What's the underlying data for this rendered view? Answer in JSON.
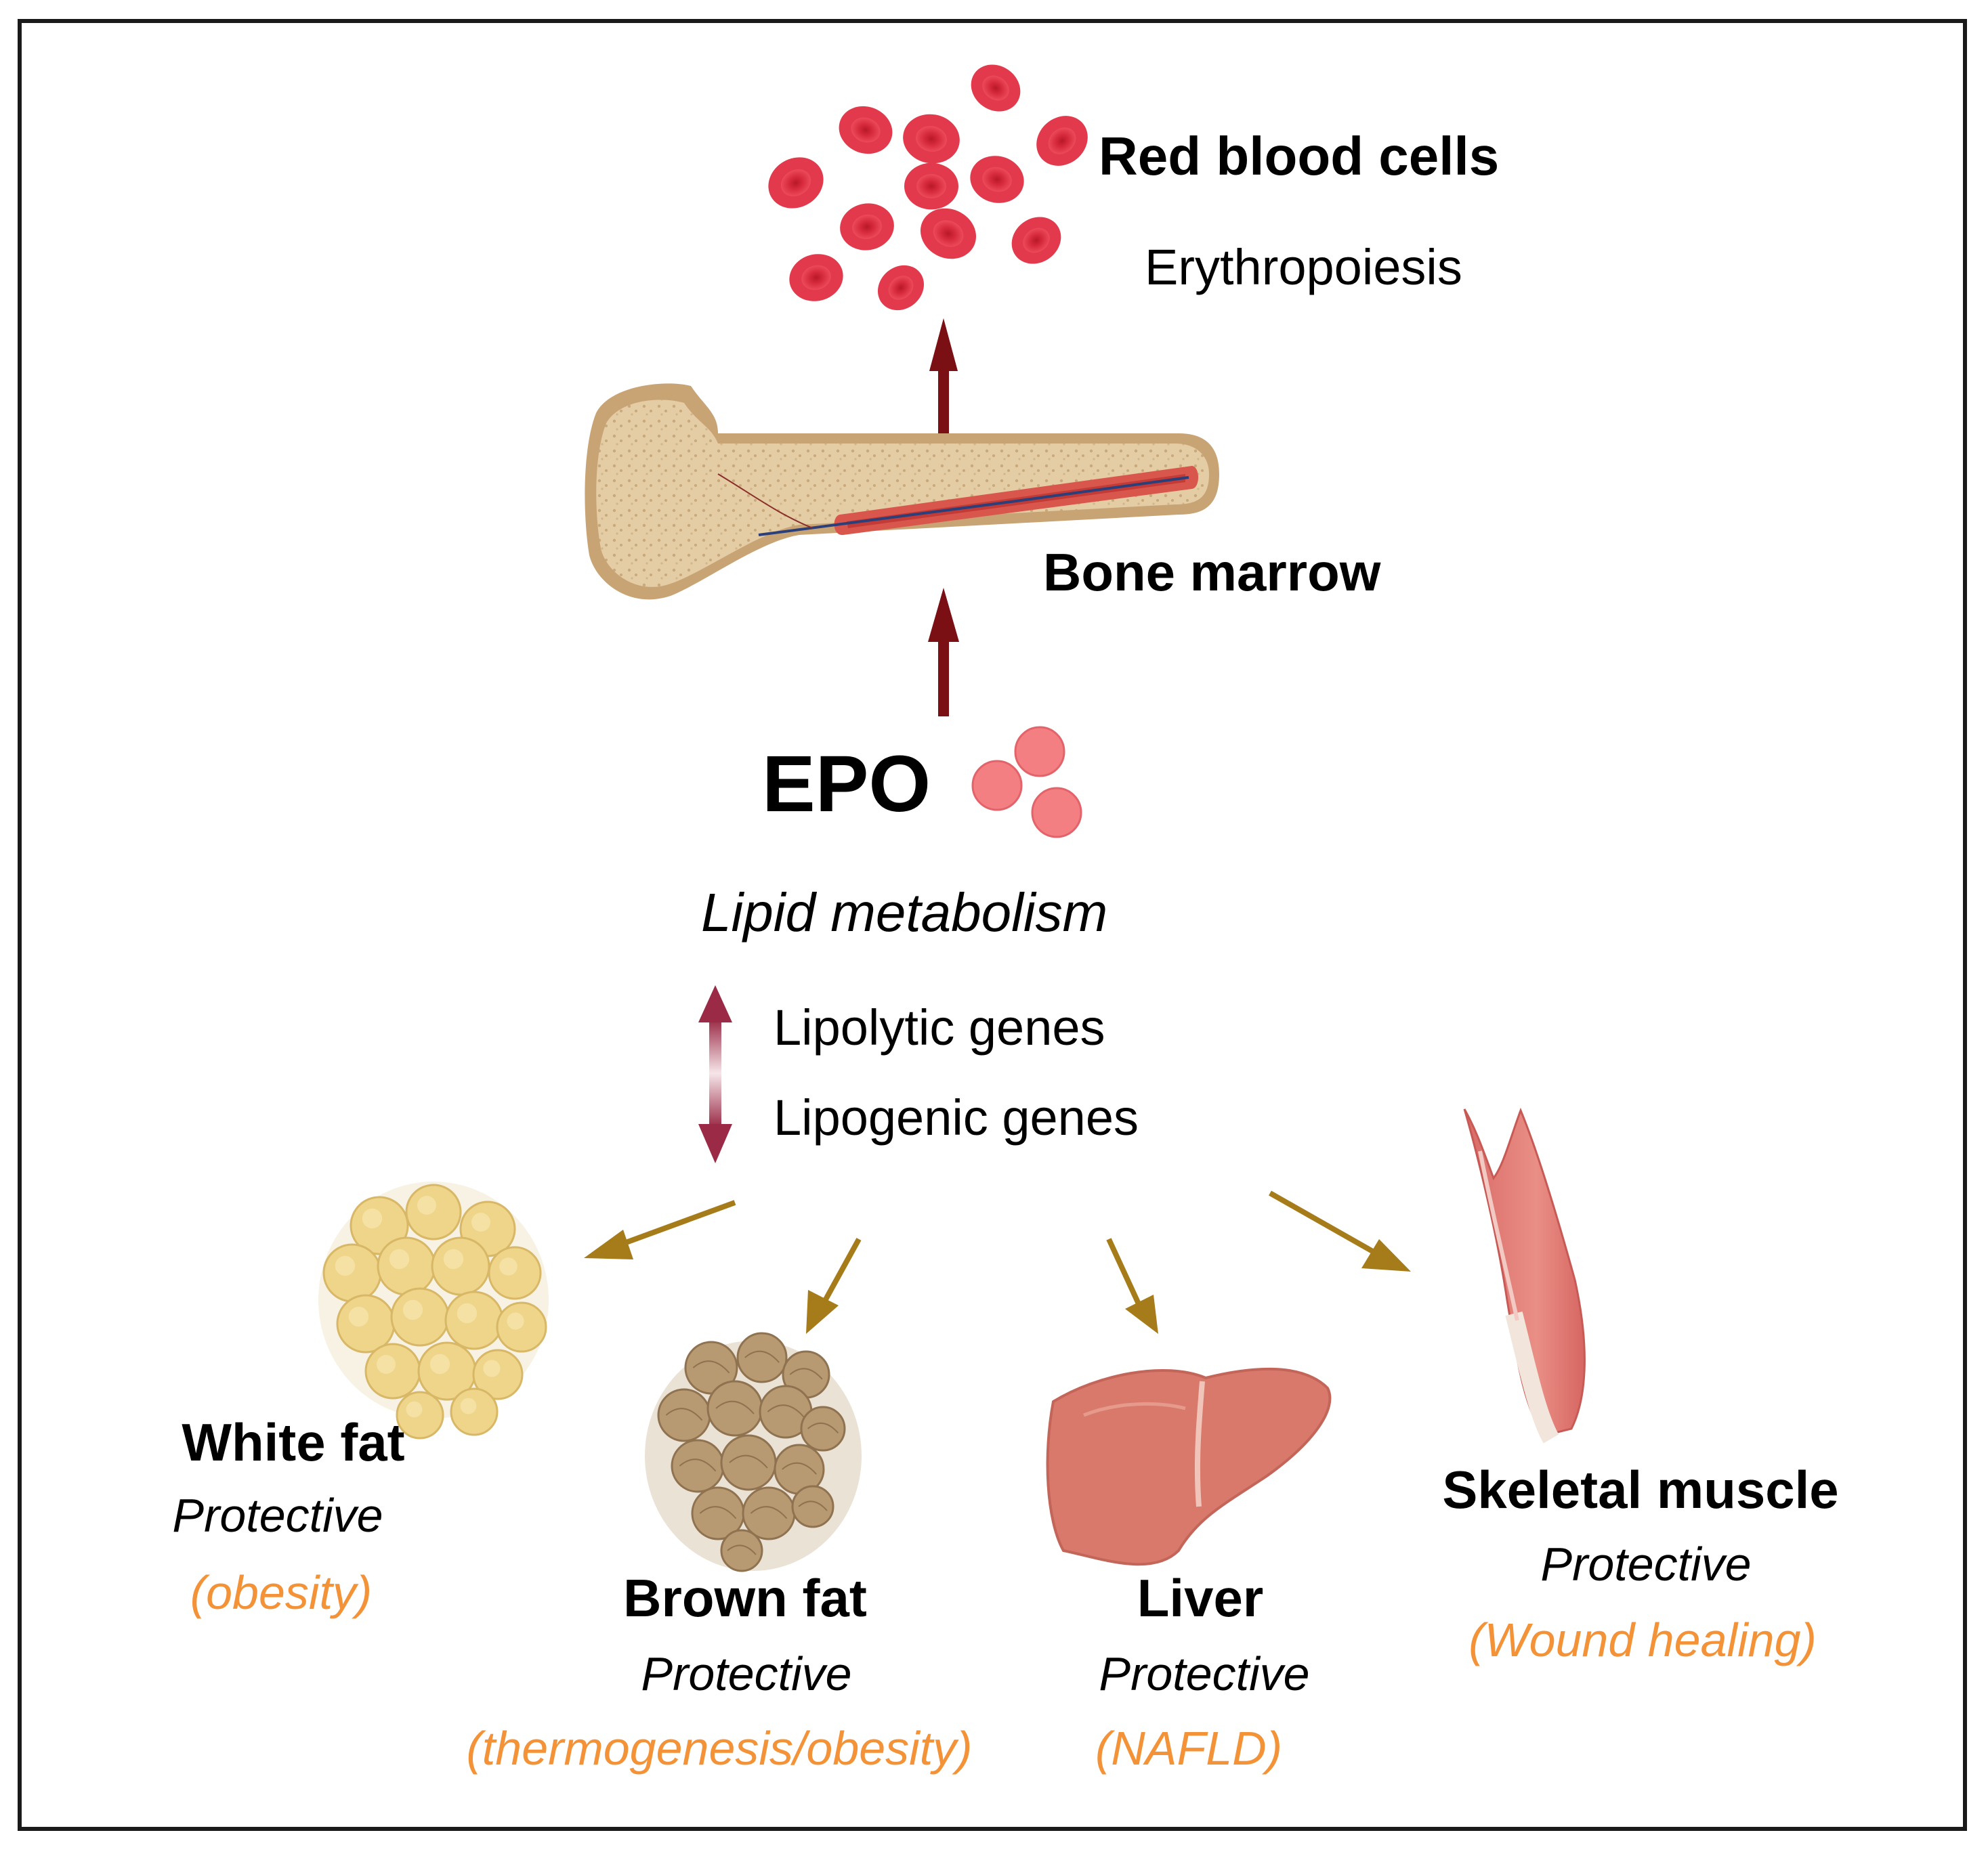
{
  "top": {
    "rbc_label": "Red blood cells",
    "erythropoiesis": "Erythropoiesis"
  },
  "bone": {
    "label": "Bone marrow"
  },
  "epo": {
    "label": "EPO"
  },
  "lipid": {
    "title": "Lipid metabolism",
    "lipolytic": "Lipolytic genes",
    "lipogenic": "Lipogenic genes"
  },
  "tissues": {
    "white_fat": {
      "name": "White fat",
      "effect": "Protective",
      "context": "(obesity)"
    },
    "brown_fat": {
      "name": "Brown fat",
      "effect": "Protective",
      "context": "(thermogenesis/obesity)"
    },
    "liver": {
      "name": "Liver",
      "effect": "Protective",
      "context": "(NAFLD)"
    },
    "skeletal_muscle": {
      "name": "Skeletal muscle",
      "effect": "Protective",
      "context": "(Wound healing)"
    }
  },
  "colors": {
    "rbc": "#e23a4c",
    "bone": "#e6cfa8",
    "marrow_arrow": "#7a0f14",
    "gene_arrow": "#9a2a45",
    "tissue_arrow": "#a67c1a",
    "context_text": "#f39237",
    "white_fat": "#eed58a",
    "brown_fat": "#b89a72",
    "liver": "#d9796b",
    "muscle": "#e07a72"
  }
}
